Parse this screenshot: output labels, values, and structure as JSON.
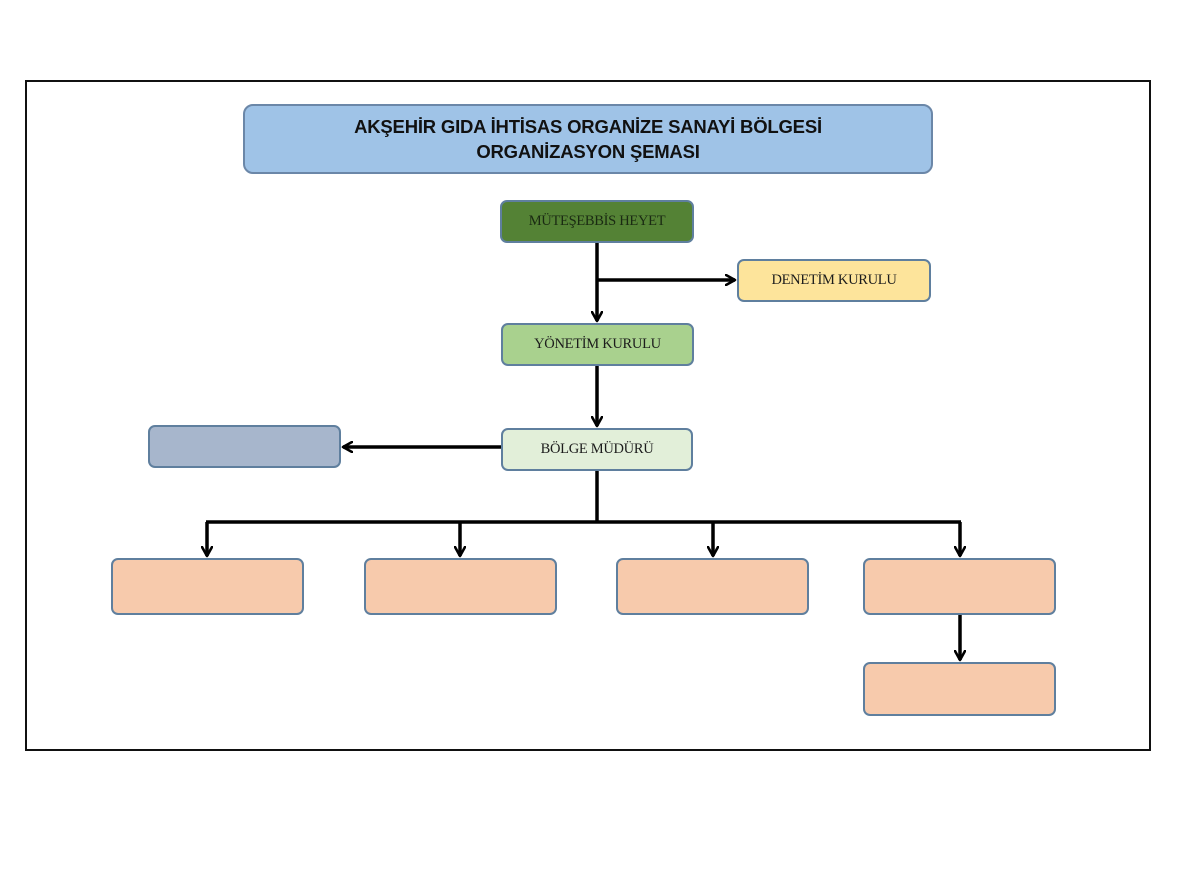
{
  "title": {
    "line1": "AKŞEHİR GIDA İHTİSAS ORGANİZE SANAYİ BÖLGESİ",
    "line2": "ORGANİZASYON ŞEMASI"
  },
  "nodes": {
    "muteşebbis_heyet": "MÜTEŞEBBİS HEYET",
    "denetim_kurulu": "DENETİM KURULU",
    "yonetim_kurulu": "YÖNETİM KURULU",
    "bolge_muduru": "BÖLGE MÜDÜRÜ",
    "side_unit": "",
    "units": [
      "",
      "",
      "",
      "",
      ""
    ]
  },
  "colors": {
    "title_fill": "#9fc3e7",
    "heyet_fill": "#548235",
    "denetim_fill": "#fde49b",
    "yonetim_fill": "#a9d18e",
    "bolge_fill": "#e2efd9",
    "side_unit_fill": "#a7b6cc",
    "unit_fill": "#f7caac",
    "connector": "#000000"
  },
  "edges": [
    [
      "MÜTEŞEBBİS HEYET",
      "DENETİM KURULU"
    ],
    [
      "MÜTEŞEBBİS HEYET",
      "YÖNETİM KURULU"
    ],
    [
      "YÖNETİM KURULU",
      "BÖLGE MÜDÜRÜ"
    ],
    [
      "BÖLGE MÜDÜRÜ",
      "side-unit"
    ],
    [
      "BÖLGE MÜDÜRÜ",
      "unit-1"
    ],
    [
      "BÖLGE MÜDÜRÜ",
      "unit-2"
    ],
    [
      "BÖLGE MÜDÜRÜ",
      "unit-3"
    ],
    [
      "BÖLGE MÜDÜRÜ",
      "unit-4"
    ],
    [
      "unit-4",
      "unit-5"
    ]
  ]
}
